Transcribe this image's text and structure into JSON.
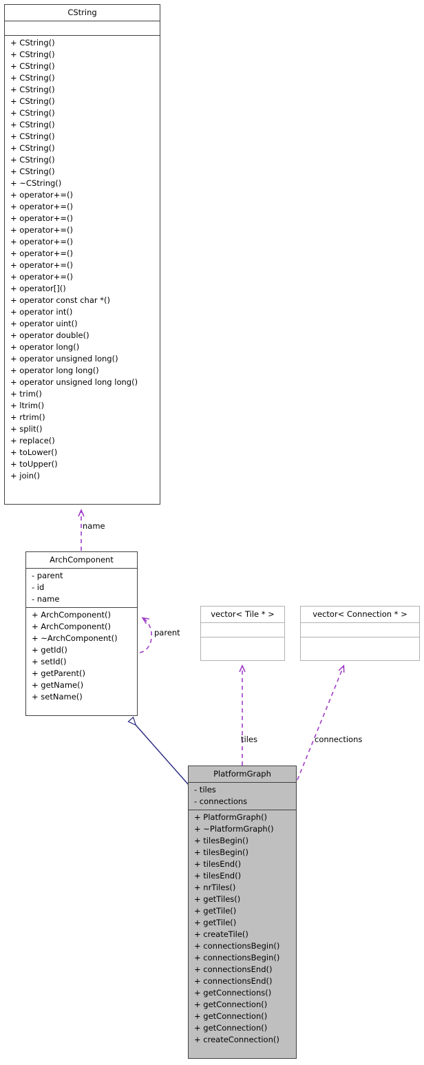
{
  "diagram": {
    "type": "uml-class-diagram",
    "background": "#ffffff",
    "colors": {
      "class_border": "#404040",
      "class_fill": "#ffffff",
      "highlight_fill": "#bfbfbf",
      "usage_edge": "#a03cc8",
      "inheritance_edge": "#26267f",
      "plain_border": "#b0b0b0"
    }
  },
  "classes": {
    "cstring": {
      "name": "CString",
      "attributes": [],
      "methods": [
        "+ CString()",
        "+ CString()",
        "+ CString()",
        "+ CString()",
        "+ CString()",
        "+ CString()",
        "+ CString()",
        "+ CString()",
        "+ CString()",
        "+ CString()",
        "+ CString()",
        "+ CString()",
        "+ ~CString()",
        "+ operator+=()",
        "+ operator+=()",
        "+ operator+=()",
        "+ operator+=()",
        "+ operator+=()",
        "+ operator+=()",
        "+ operator+=()",
        "+ operator+=()",
        "+ operator[]()",
        "+ operator const char *()",
        "+ operator int()",
        "+ operator uint()",
        "+ operator double()",
        "+ operator long()",
        "+ operator unsigned long()",
        "+ operator long long()",
        "+ operator unsigned long long()",
        "+ trim()",
        "+ ltrim()",
        "+ rtrim()",
        "+ split()",
        "+ replace()",
        "+ toLower()",
        "+ toUpper()",
        "+ join()"
      ]
    },
    "archcomponent": {
      "name": "ArchComponent",
      "attributes": [
        "- parent",
        "- id",
        "- name"
      ],
      "methods": [
        "+ ArchComponent()",
        "+ ArchComponent()",
        "+ ~ArchComponent()",
        "+ getId()",
        "+ setId()",
        "+ getParent()",
        "+ getName()",
        "+ setName()"
      ]
    },
    "vector_tile": {
      "name": "vector< Tile * >",
      "attributes": [],
      "methods": []
    },
    "vector_connection": {
      "name": "vector< Connection * >",
      "attributes": [],
      "methods": []
    },
    "platformgraph": {
      "name": "PlatformGraph",
      "attributes": [
        "- tiles",
        "- connections"
      ],
      "methods": [
        "+ PlatformGraph()",
        "+ ~PlatformGraph()",
        "+ tilesBegin()",
        "+ tilesBegin()",
        "+ tilesEnd()",
        "+ tilesEnd()",
        "+ nrTiles()",
        "+ getTiles()",
        "+ getTile()",
        "+ getTile()",
        "+ createTile()",
        "+ connectionsBegin()",
        "+ connectionsBegin()",
        "+ connectionsEnd()",
        "+ connectionsEnd()",
        "+ getConnections()",
        "+ getConnection()",
        "+ getConnection()",
        "+ getConnection()",
        "+ createConnection()"
      ]
    }
  },
  "edges": {
    "name_label": "name",
    "parent_label": "parent",
    "tiles_label": "tiles",
    "connections_label": "connections"
  }
}
